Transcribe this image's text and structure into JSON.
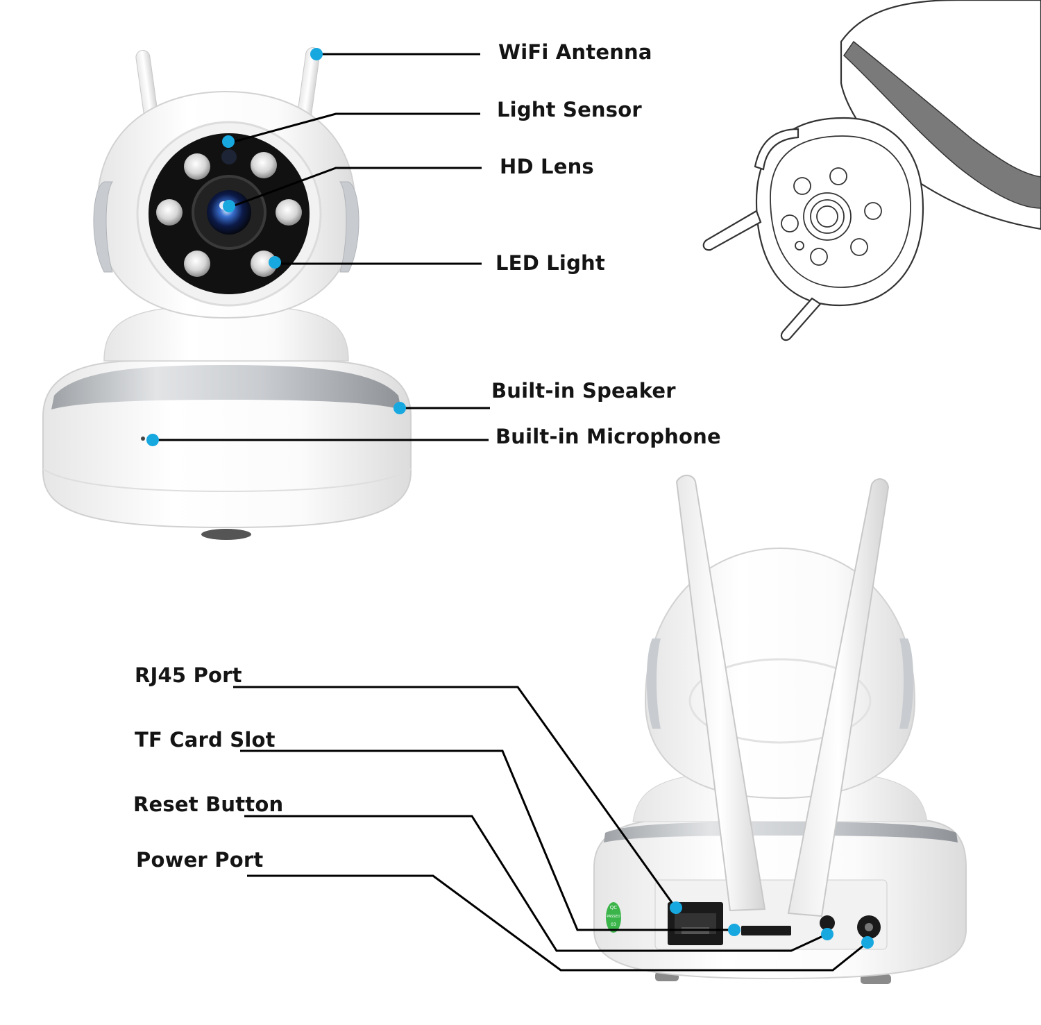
{
  "labels": {
    "wifi_antenna": "WiFi Antenna",
    "light_sensor": "Light Sensor",
    "hd_lens": "HD Lens",
    "led_light": "LED Light",
    "builtin_speaker": "Built-in Speaker",
    "builtin_microphone": "Built-in Microphone",
    "rj45_port": "RJ45 Port",
    "tf_card_slot": "TF Card Slot",
    "reset_button": "Reset Button",
    "power_port": "Power Port"
  },
  "badge": {
    "line1": "QC",
    "line2": "PASSED",
    "line3": "03"
  },
  "colors": {
    "callout_dot": "#18a8e0",
    "leader_line": "#000000",
    "camera_body": "#f7f7f7",
    "silver_band": "#b8bcc0",
    "lens_face": "#111111"
  }
}
